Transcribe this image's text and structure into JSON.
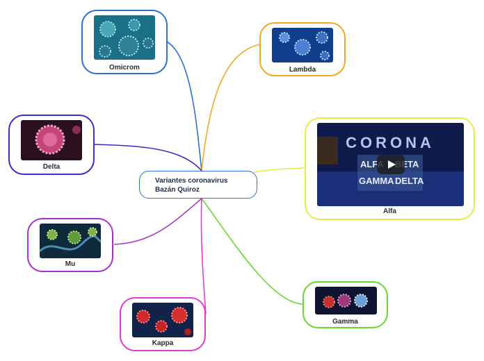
{
  "map": {
    "center": {
      "line1": "Variantes coronavirus",
      "line2": "Bazán Quiroz"
    },
    "nodes": [
      {
        "id": "omicrom",
        "label": "Omicrom",
        "color": "#2f6fd1"
      },
      {
        "id": "lambda",
        "label": "Lambda",
        "color": "#f5a623"
      },
      {
        "id": "delta",
        "label": "Delta",
        "color": "#3b2bc9"
      },
      {
        "id": "alfa",
        "label": "Alfa",
        "color": "#e6ec4a"
      },
      {
        "id": "mu",
        "label": "Mu",
        "color": "#a832c9"
      },
      {
        "id": "gamma",
        "label": "Gamma",
        "color": "#5fdc2c"
      },
      {
        "id": "kappa",
        "label": "Kappa",
        "color": "#e23ad1"
      }
    ],
    "video": {
      "title": "CORONA",
      "words": [
        "ALFA",
        "BETA",
        "GAMMA",
        "DELTA"
      ]
    }
  }
}
